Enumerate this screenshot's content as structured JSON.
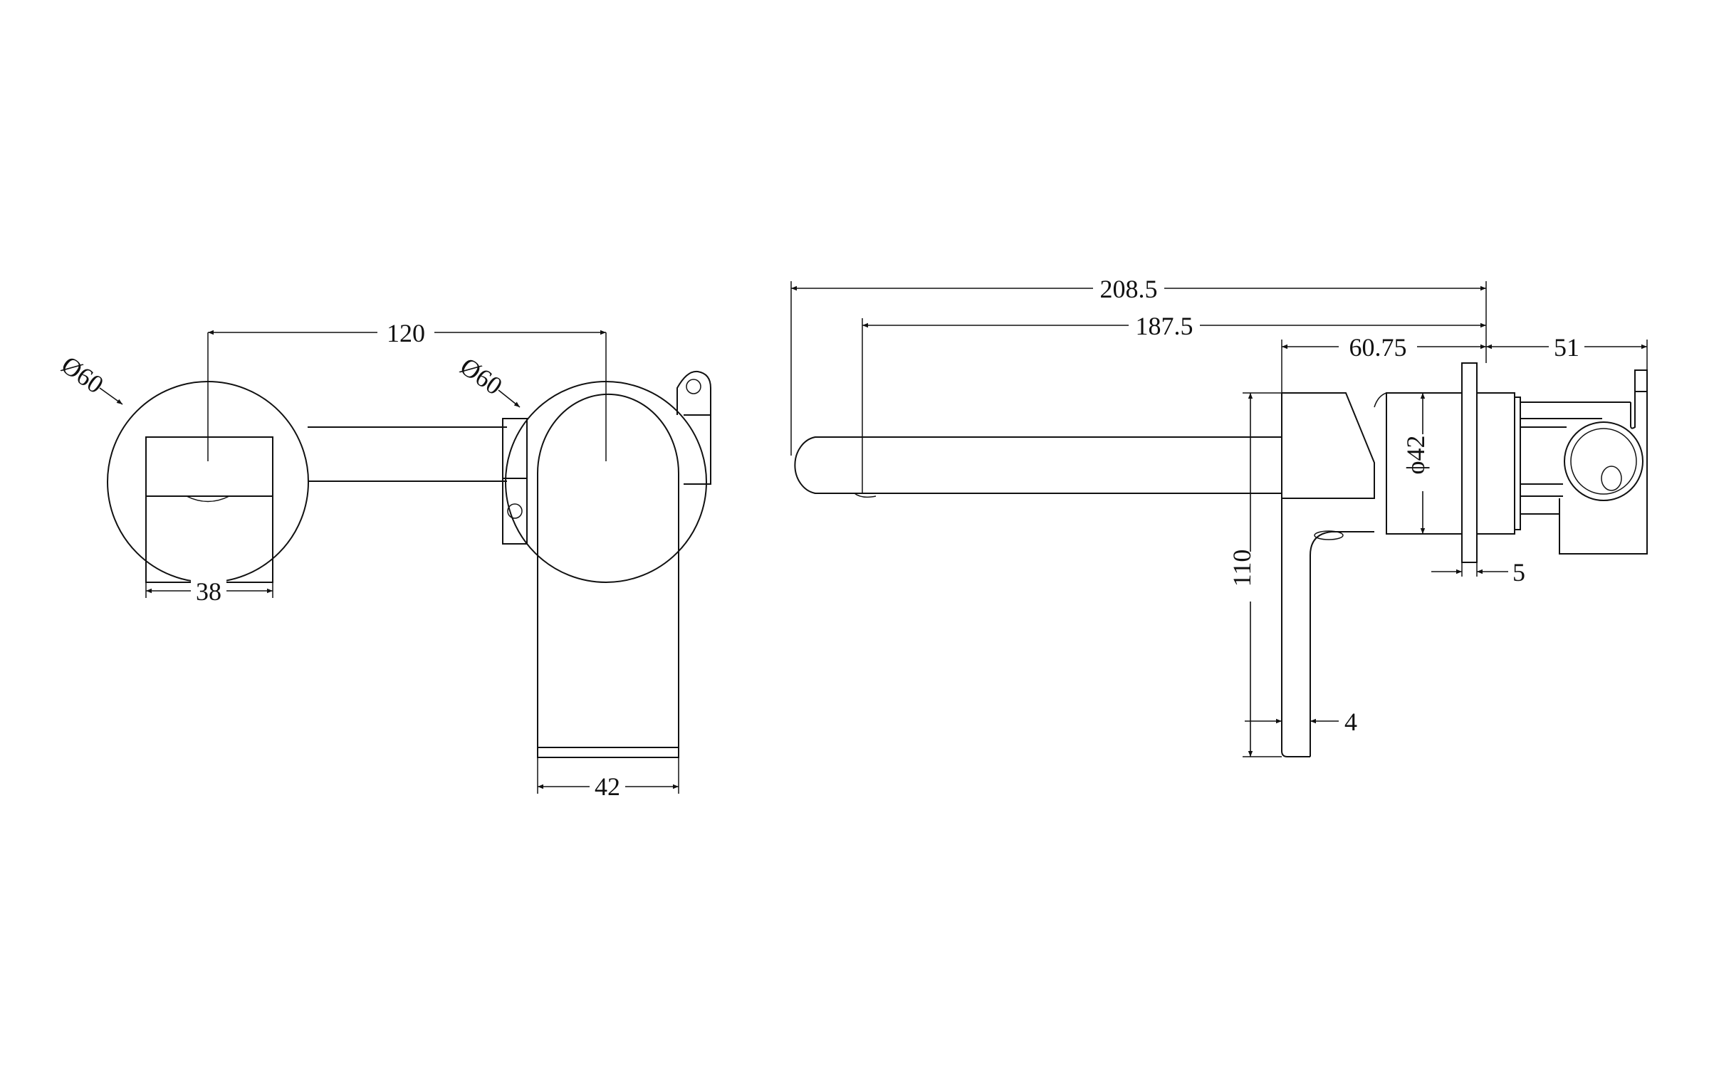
{
  "drawing": {
    "type": "technical-drawing",
    "subject": "wall-mounted basin mixer with separate spout",
    "views": {
      "front": {
        "dimensions": {
          "handle_plate_diameter": "Ø60",
          "spout_plate_diameter": "Ø60",
          "center_to_center": "120",
          "handle_width": "38",
          "spout_width": "42"
        }
      },
      "side": {
        "dimensions": {
          "overall_length": "208.5",
          "spout_reach": "187.5",
          "body_depth": "60.75",
          "wall_depth": "51",
          "body_diameter": "ϕ42",
          "flange_thickness": "5",
          "handle_height": "110",
          "handle_thickness": "4"
        }
      }
    },
    "colors": {
      "line": "#111111",
      "background": "#ffffff"
    }
  }
}
